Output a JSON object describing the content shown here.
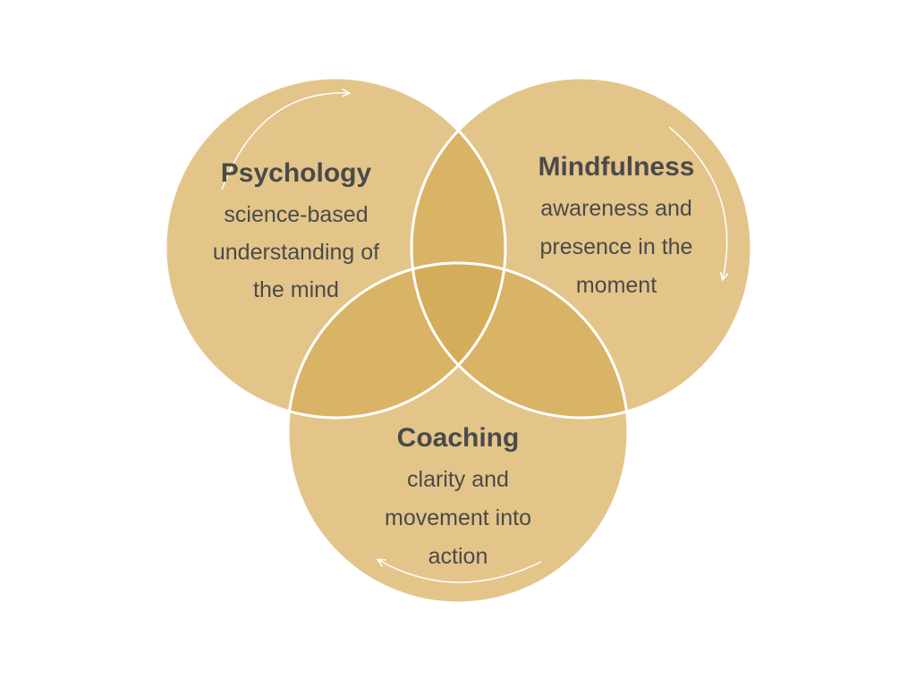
{
  "colors": {
    "circle": "#e3c58a",
    "overlap_pair": "#d9b467",
    "overlap_center": "#d5ac5a",
    "outline": "#ffffff",
    "text": "#4a4a4a",
    "arrow": "#ffffff"
  },
  "circles": [
    {
      "name": "psychology",
      "title": "Psychology",
      "lines": [
        "science-based",
        "understanding of",
        "the mind"
      ]
    },
    {
      "name": "mindfulness",
      "title": "Mindfulness",
      "lines": [
        "awareness and",
        "presence in the",
        "moment"
      ]
    },
    {
      "name": "coaching",
      "title": "Coaching",
      "lines": [
        "clarity and",
        "movement into",
        "action"
      ]
    }
  ]
}
